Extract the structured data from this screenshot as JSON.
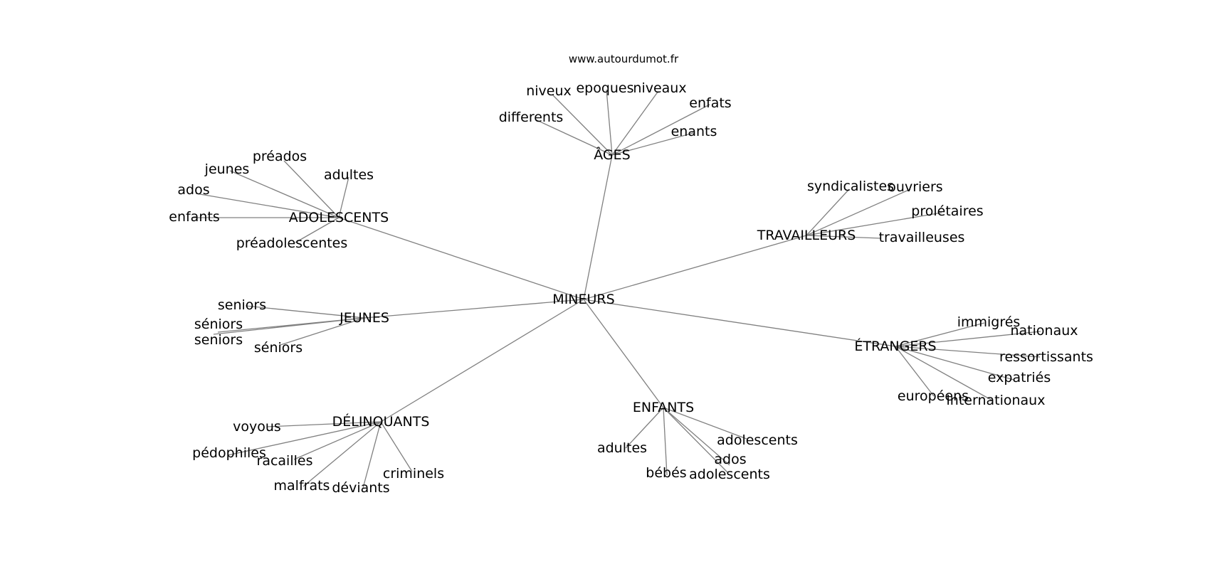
{
  "source": "www.autourdumot.fr",
  "center": "MINEURS",
  "hubs": [
    {
      "id": "ages",
      "label": "ÂGES",
      "leaves": [
        "niveux",
        "epoques",
        "niveaux",
        "enfats",
        "differents",
        "enants"
      ]
    },
    {
      "id": "adolescents",
      "label": "ADOLESCENTS",
      "leaves": [
        "préados",
        "jeunes",
        "adultes",
        "ados",
        "enfants",
        "préadolescentes"
      ]
    },
    {
      "id": "travailleurs",
      "label": "TRAVAILLEURS",
      "leaves": [
        "syndicalistes",
        "ouvriers",
        "prolétaires",
        "travailleuses"
      ]
    },
    {
      "id": "jeunes",
      "label": "JEUNES",
      "leaves": [
        "seniors",
        "séniors",
        "seniors",
        "séniors"
      ]
    },
    {
      "id": "etrangers",
      "label": "ÉTRANGERS",
      "leaves": [
        "immigrés",
        "nationaux",
        "ressortissants",
        "expatriés",
        "européens",
        "internationaux"
      ]
    },
    {
      "id": "enfants",
      "label": "ENFANTS",
      "leaves": [
        "adultes",
        "adolescents",
        "ados",
        "bébés",
        "adolescents"
      ]
    },
    {
      "id": "delinquants",
      "label": "DÉLINQUANTS",
      "leaves": [
        "voyous",
        "pédophiles",
        "racailles",
        "criminels",
        "malfrats",
        "déviants"
      ]
    }
  ]
}
